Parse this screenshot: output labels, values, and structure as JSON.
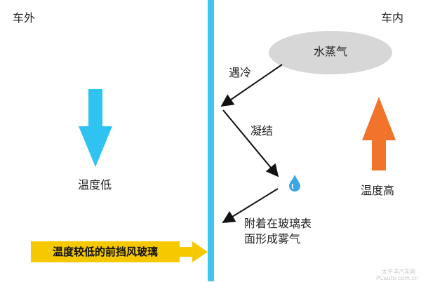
{
  "labels": {
    "outside": "车外",
    "inside": "车内",
    "low_temp": "温度低",
    "high_temp": "温度高",
    "vapor": "水蒸气",
    "meet_cold": "遇冷",
    "condense": "凝结",
    "attach_line1": "附着在玻璃表",
    "attach_line2": "面形成雾气",
    "windshield": "温度较低的前挡风玻璃"
  },
  "watermark": {
    "line1": "太平洋汽车网",
    "line2": "PCauto.com.cn"
  },
  "colors": {
    "glass": "#3ec5f0",
    "cold_arrow": "#2fc3f2",
    "hot_arrow": "#f2732b",
    "vapor_cloud": "#d7d7d7",
    "windshield_box": "#f5c800",
    "windshield_arrow": "#f5c800",
    "droplet": "#3aa6e3"
  }
}
